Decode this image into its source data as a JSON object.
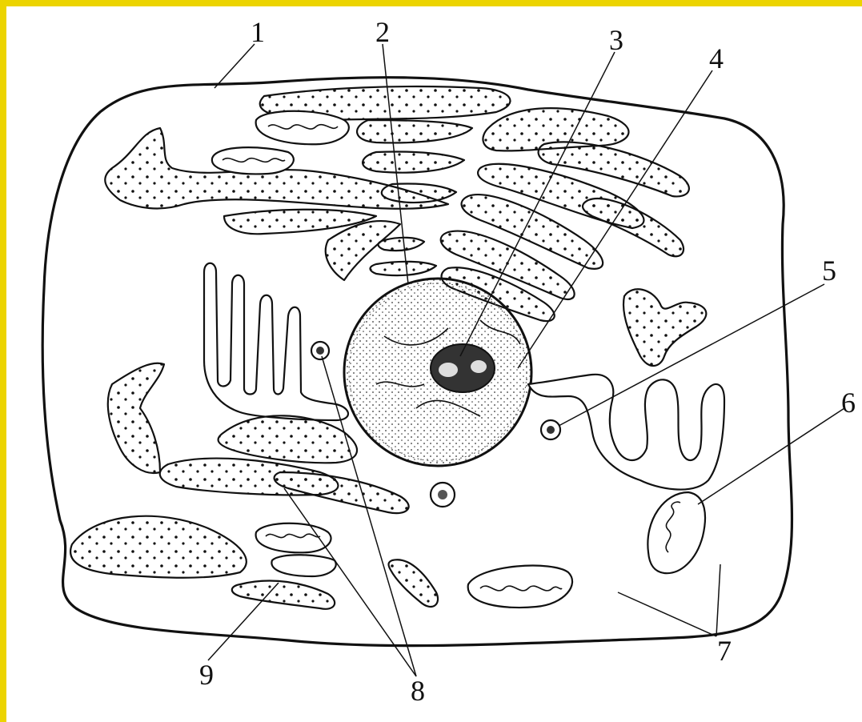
{
  "diagram": {
    "labels": [
      {
        "id": "label-1",
        "text": "1"
      },
      {
        "id": "label-2",
        "text": "2"
      },
      {
        "id": "label-3",
        "text": "3"
      },
      {
        "id": "label-4",
        "text": "4"
      },
      {
        "id": "label-5",
        "text": "5"
      },
      {
        "id": "label-6",
        "text": "6"
      },
      {
        "id": "label-7",
        "text": "7"
      },
      {
        "id": "label-8",
        "text": "8"
      },
      {
        "id": "label-9",
        "text": "9"
      }
    ]
  },
  "colors": {
    "frame": "#ecd400",
    "ink": "#111111",
    "background": "#ffffff"
  }
}
